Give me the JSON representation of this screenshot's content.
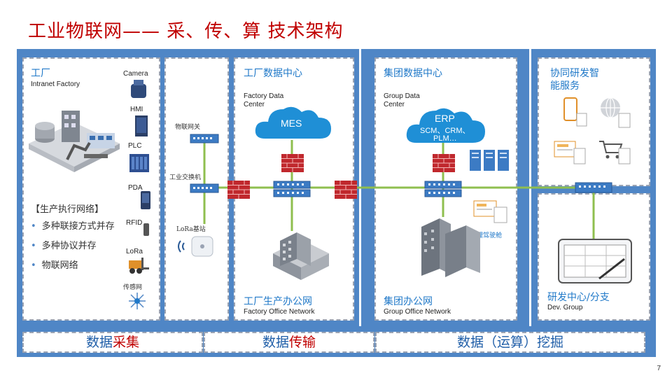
{
  "title": "工业物联网—— 采、传、算 技术架构",
  "factory": {
    "title_cn": "工厂",
    "title_en": "Intranet Factory",
    "devices": [
      "Camera",
      "HMI",
      "PLC",
      "PDA",
      "RFID",
      "LoRa",
      "传感网"
    ],
    "bullet_title": "【生产执行网络】",
    "bullets": [
      "多种联接方式并存",
      "多种协议并存",
      "物联网络"
    ]
  },
  "edge": {
    "gateway_label": "物联网关",
    "switch_label": "工业交换机",
    "lora_label": "LoRa基站"
  },
  "factory_dc": {
    "title_cn": "工厂数据中心",
    "title_en": "Factory Data Center",
    "cloud_label": "MES",
    "office_cn": "工厂生产办公网",
    "office_en": "Factory Office Network"
  },
  "group_dc": {
    "title_cn": "集团数据中心",
    "title_en": "Group Data Center",
    "cloud_label_1": "ERP",
    "cloud_label_2": "SCM、CRM、",
    "cloud_label_3": "PLM…",
    "cockpit_label": "管理驾驶舱",
    "office_cn": "集团办公网",
    "office_en": "Group Office Network"
  },
  "collab": {
    "title_cn": "协同研发智能服务"
  },
  "rnd": {
    "title_cn": "研发中心/分支",
    "title_en": "Dev. Group"
  },
  "bottom": {
    "cell1_a": "数据",
    "cell1_b": "采集",
    "cell2_a": "数据",
    "cell2_b": "传输",
    "cell3": "数据（运算）挖掘"
  },
  "page_number": "7",
  "colors": {
    "title_red": "#c00000",
    "frame_blue": "#4f86c6",
    "label_blue": "#1f78c8",
    "cloud_blue": "#1f8fd6",
    "firewall_red": "#c0282d",
    "link_green": "#8fbf4f"
  }
}
